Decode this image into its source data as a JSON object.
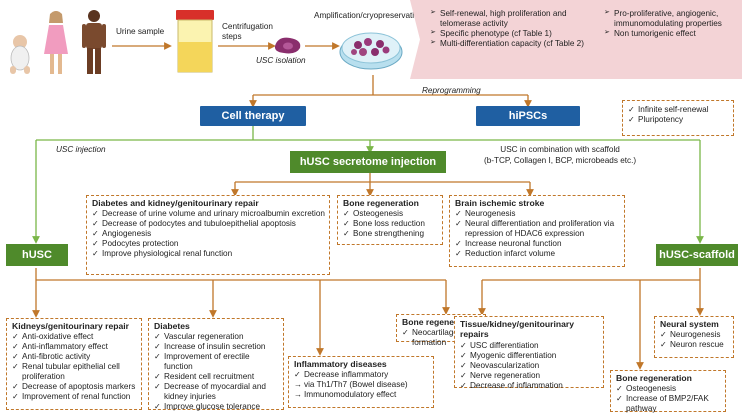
{
  "pipeline": {
    "urine_sample": "Urine sample",
    "centrifugation": "Centrifugation\nsteps",
    "usc_isolation": "USC isolation",
    "amplification": "Amplification/cryopreservation"
  },
  "properties": {
    "left": [
      "Self-renewal, high proliferation and telomerase activity",
      "Specific phenotype (cf Table 1)",
      "Multi-differentiation capacity (cf Table 2)"
    ],
    "right": [
      "Pro-proliferative, angiogenic, immunomodulating properties",
      "Non tumorigenic effect"
    ]
  },
  "reprogramming": "Reprogramming",
  "cell_therapy": "Cell therapy",
  "hipscs": "hiPSCs",
  "hipsc_props": [
    "Infinite self-renewal",
    "Pluripotency"
  ],
  "usc_injection": "USC injection",
  "secretome": "hUSC secretome injection",
  "scaffold_note": "USC in combination with scaffold\n(b-TCP, Collagen I, BCP, microbeads etc.)",
  "husc": "hUSC",
  "husc_scaffold": "hUSC-scaffold",
  "secretome_boxes": {
    "diabetes": {
      "title": "Diabetes and kidney/genitourinary repair",
      "items": [
        "Decrease of urine volume and urinary microalbumin excretion",
        "Decrease of podocytes and tubuloepithelial apoptosis",
        "Angiogenesis",
        "Podocytes protection",
        "Improve physiological renal function"
      ]
    },
    "bone": {
      "title": "Bone regeneration",
      "items": [
        "Osteogenesis",
        "Bone loss reduction",
        "Bone strengthening"
      ]
    },
    "stroke": {
      "title": "Brain ischemic stroke",
      "items": [
        "Neurogenesis",
        "Neural differentiation and proliferation via repression of HDAC6 expression",
        "Increase neuronal function",
        "Reduction infarct volume"
      ]
    }
  },
  "husc_boxes": {
    "kidneys": {
      "title": "Kidneys/genitourinary repair",
      "items": [
        "Anti-oxidative effect",
        "Anti-inflammatory effect",
        "Anti-fibrotic activity",
        "Renal tubular epithelial cell proliferation",
        "Decrease of apoptosis markers",
        "Improvement of renal function"
      ]
    },
    "diabetes": {
      "title": "Diabetes",
      "items": [
        "Vascular regeneration",
        "Increase of insulin secretion",
        "Improvement of erectile function",
        "Resident cell recruitment",
        "Decrease of myocardial and kidney injuries",
        "Improve glucose tolerance"
      ]
    },
    "inflammatory": {
      "title": "Inflammatory diseases",
      "items": [
        "Decrease inflammatory",
        "via Th1/Th7 (Bowel disease)",
        "Immunomodulatory effect"
      ]
    },
    "bone": {
      "title": "Bone regeneration",
      "items": [
        "Neocartilage formation"
      ]
    }
  },
  "scaffold_boxes": {
    "tissue": {
      "title": "Tissue/kidney/genitourinary repairs",
      "items": [
        "USC differentiation",
        "Myogenic differentiation",
        "Neovascularization",
        "Nerve regeneration",
        "Decrease of inflammation"
      ]
    },
    "neural": {
      "title": "Neural system",
      "items": [
        "Neurogenesis",
        "Neuron rescue"
      ]
    },
    "bone": {
      "title": "Bone regeneration",
      "items": [
        "Osteogenesis",
        "Increase of BMP2/FAK pathway"
      ]
    }
  },
  "colors": {
    "blue": "#1f5fa2",
    "green": "#4f8a2b",
    "arrow": "#c0772a",
    "pink": "#f3d3d6",
    "green_line": "#7ab648"
  }
}
